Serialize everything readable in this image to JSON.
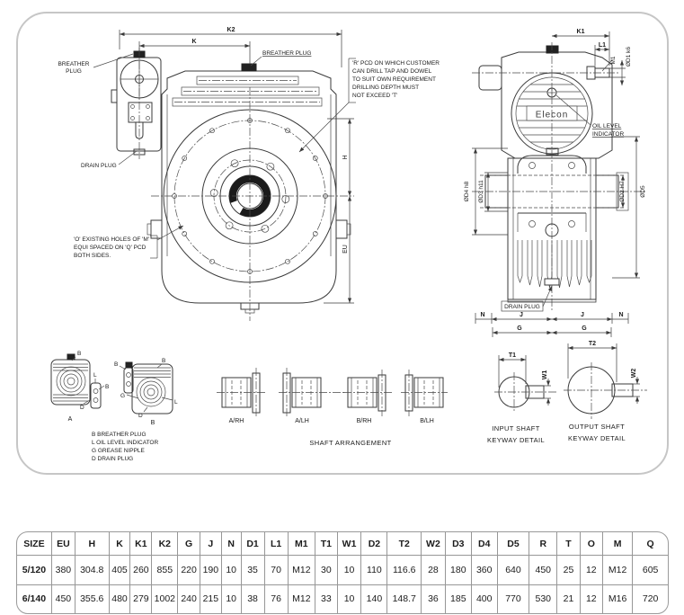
{
  "front_view": {
    "dim_k2": "K2",
    "dim_k": "K",
    "breather_plug_side": [
      "BREATHER",
      "PLUG"
    ],
    "breather_plug_top": "BREATHER PLUG",
    "drain_plug": "DRAIN PLUG",
    "dim_h": "H",
    "dim_eu": "EU",
    "note_r_pcd": [
      "'R' PCD ON WHICH CUSTOMER",
      "CAN DRILL TAP AND DOWEL",
      "TO SUIT OWN REQUIREMENT",
      "DRILLING DEPTH MUST",
      "NOT EXCEED 'T'"
    ],
    "note_o_holes": [
      "'O' EXISTING HOLES OF 'M'",
      "EQUI SPACED ON 'Q' PCD",
      "BOTH SIDES."
    ]
  },
  "side_view": {
    "dim_k1": "K1",
    "dim_l1": "L1",
    "dim_m1": "M1",
    "dim_d1": "ØD1 k6",
    "brand": "Elecon",
    "oil_level": [
      "OIL LEVEL",
      "INDICATOR"
    ],
    "dim_d4": "ØD4 h8",
    "dim_d3": "ØD3 h11",
    "dim_d2": "ØD2 H7",
    "dim_d5": "ØD5",
    "drain_plug": "DRAIN PLUG",
    "dim_n_left": "N",
    "dim_j_left": "J",
    "dim_j_right": "J",
    "dim_n_right": "N",
    "dim_g_left": "G",
    "dim_g_right": "G"
  },
  "mounting": {
    "label_a": "A",
    "label_b": "B",
    "callouts_a": {
      "b_top": "B",
      "l": "L",
      "b_right": "B",
      "d": "D"
    },
    "callouts_b": {
      "b_left": "B",
      "b_top": "B",
      "g": "G",
      "l": "L",
      "d": "D"
    },
    "legend": [
      "B BREATHER PLUG",
      "L OIL LEVEL INDICATOR",
      "G GREASE NIPPLE",
      "D DRAIN PLUG"
    ]
  },
  "shaft_arrangement": {
    "title": "SHAFT ARRANGEMENT",
    "variants": [
      "A/RH",
      "A/LH",
      "B/RH",
      "B/LH"
    ]
  },
  "keyway": {
    "dim_t1": "T1",
    "dim_w1": "W1",
    "dim_t2": "T2",
    "dim_w2": "W2",
    "input_title": [
      "INPUT SHAFT",
      "KEYWAY DETAIL"
    ],
    "output_title": [
      "OUTPUT SHAFT",
      "KEYWAY DETAIL"
    ]
  },
  "table": {
    "headers": [
      "SIZE",
      "EU",
      "H",
      "K",
      "K1",
      "K2",
      "G",
      "J",
      "N",
      "D1",
      "L1",
      "M1",
      "T1",
      "W1",
      "D2",
      "T2",
      "W2",
      "D3",
      "D4",
      "D5",
      "R",
      "T",
      "O",
      "M",
      "Q"
    ],
    "rows": [
      [
        "5/120",
        "380",
        "304.8",
        "405",
        "260",
        "855",
        "220",
        "190",
        "10",
        "35",
        "70",
        "M12",
        "30",
        "10",
        "110",
        "116.6",
        "28",
        "180",
        "360",
        "640",
        "450",
        "25",
        "12",
        "M12",
        "605"
      ],
      [
        "6/140",
        "450",
        "355.6",
        "480",
        "279",
        "1002",
        "240",
        "215",
        "10",
        "38",
        "76",
        "M12",
        "33",
        "10",
        "140",
        "148.7",
        "36",
        "185",
        "400",
        "770",
        "530",
        "21",
        "12",
        "M16",
        "720"
      ]
    ]
  }
}
